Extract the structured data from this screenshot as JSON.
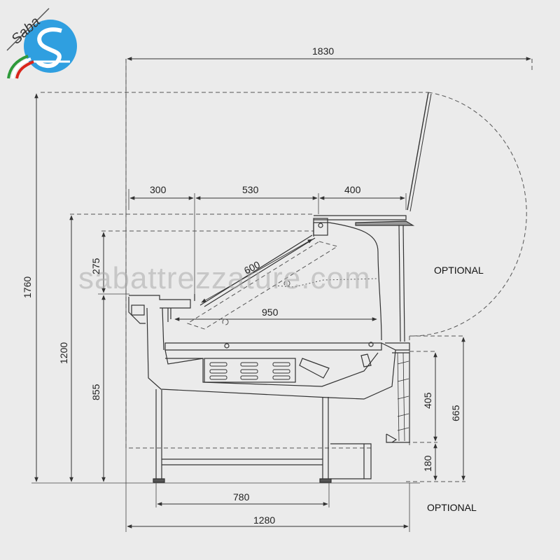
{
  "logo": {
    "brand": "Saba"
  },
  "watermark": "sabattrezzature.com",
  "dimensions": {
    "overall_width": "1830",
    "overall_height": "1760",
    "top_seg_1": "300",
    "top_seg_2": "530",
    "top_seg_3": "400",
    "glass_diag": "600",
    "height_275": "275",
    "display_depth": "950",
    "height_1200": "1200",
    "height_855": "855",
    "height_405": "405",
    "height_665": "665",
    "height_180": "180",
    "base_780": "780",
    "base_1280": "1280"
  },
  "labels": {
    "optional_side": "OPTIONAL",
    "optional_bottom": "OPTIONAL"
  },
  "colors": {
    "line": "#333333",
    "dash": "#555555",
    "accent_blue": "#2f9fe0",
    "flag_green": "#2e9a3a",
    "flag_red": "#d9261c"
  }
}
